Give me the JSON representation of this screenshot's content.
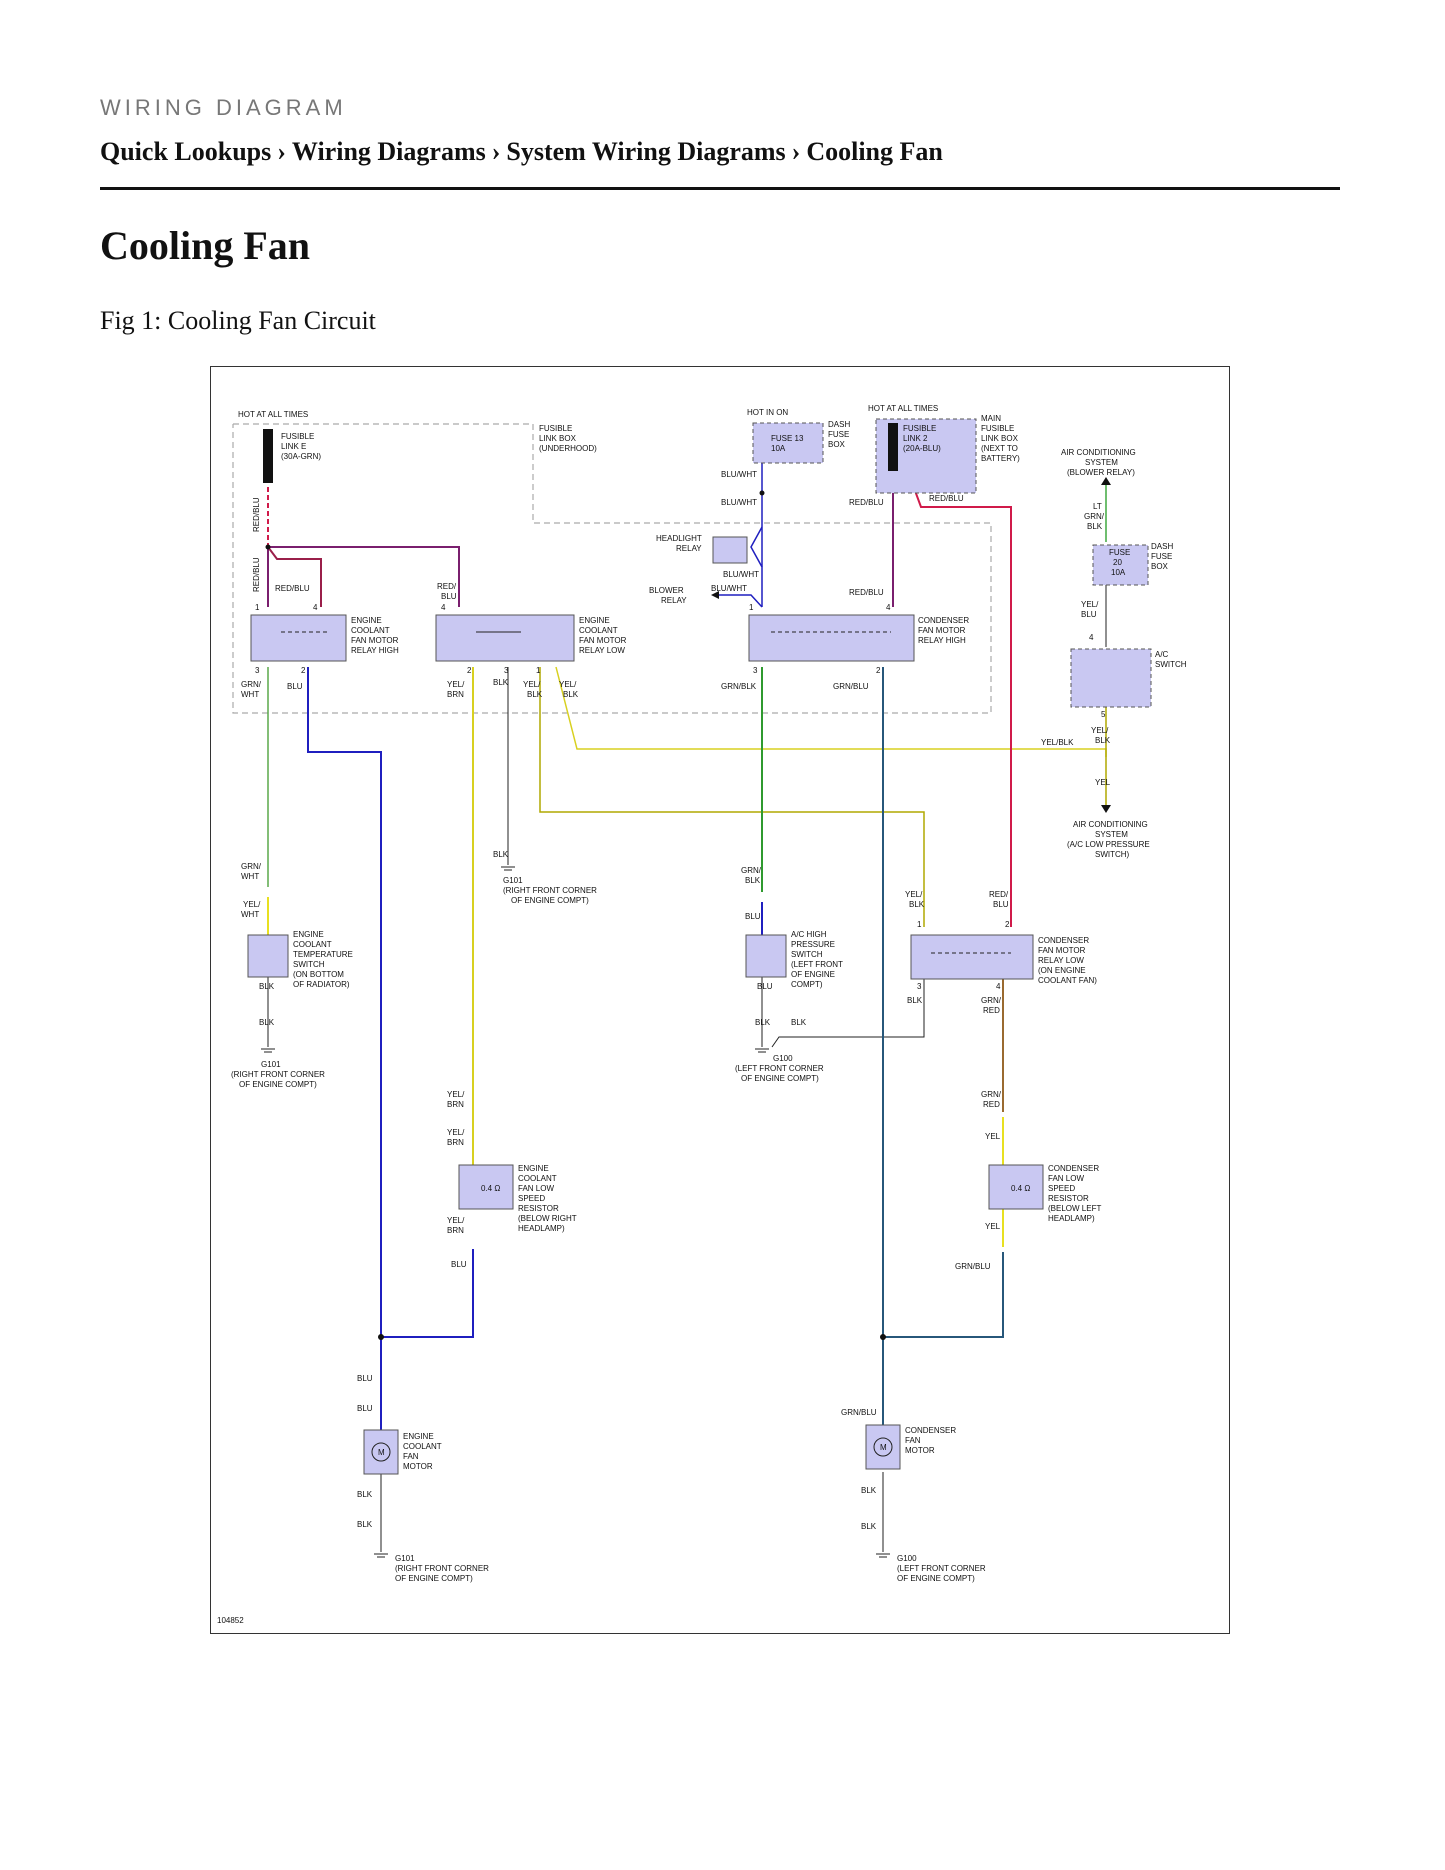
{
  "header": {
    "kicker": "WIRING DIAGRAM",
    "breadcrumb": [
      "Quick Lookups",
      "Wiring Diagrams",
      "System Wiring Diagrams",
      "Cooling Fan"
    ],
    "separator": "›"
  },
  "page_title": "Cooling Fan",
  "figure_caption": "Fig 1: Cooling Fan Circuit",
  "diagram": {
    "figure_id": "104852",
    "colors": {
      "component_fill": "#c9c8f2",
      "RED/BLU": "#d01a4a",
      "BLU": "#1f1fbf",
      "GRN": "#2f9a2f",
      "GRN/BLU": "#27577a",
      "YEL": "#e8e020",
      "YEL/BLK": "#b0a800",
      "GRN/RED": "#9a6a30",
      "BLK": "#333333",
      "PURPLE": "#7a1f6e"
    },
    "labels": {
      "hot_all_times_1": "HOT AT ALL TIMES",
      "fusible_link_e": [
        "FUSIBLE",
        "LINK E",
        "(30A-GRN)"
      ],
      "fusible_link_box": [
        "FUSIBLE",
        "LINK BOX",
        "(UNDERHOOD)"
      ],
      "red_blu": "RED/BLU",
      "red_blu_split": [
        "RED/",
        "BLU"
      ],
      "hot_in_on": "HOT IN ON",
      "fuse_13": [
        "FUSE 13",
        "10A"
      ],
      "dash_fuse_box": [
        "DASH",
        "FUSE",
        "BOX"
      ],
      "hot_all_times_2": "HOT AT ALL TIMES",
      "fusible_link_2": [
        "FUSIBLE",
        "LINK 2",
        "(20A-BLU)"
      ],
      "main_fusible_link_box": [
        "MAIN",
        "FUSIBLE",
        "LINK BOX",
        "(NEXT TO",
        "BATTERY)"
      ],
      "ac_system_blower": [
        "AIR CONDITIONING",
        "SYSTEM",
        "(BLOWER RELAY)"
      ],
      "blu_wht": "BLU/WHT",
      "headlight_relay": [
        "HEADLIGHT",
        "RELAY"
      ],
      "blower_relay": [
        "BLOWER",
        "RELAY"
      ],
      "lt_grn_blk": [
        "LT",
        "GRN/",
        "BLK"
      ],
      "fuse_20": [
        "FUSE",
        "20",
        "10A"
      ],
      "yel_blu": [
        "YEL/",
        "BLU"
      ],
      "relay_high": [
        "ENGINE",
        "COOLANT",
        "FAN MOTOR",
        "RELAY HIGH"
      ],
      "relay_low": [
        "ENGINE",
        "COOLANT",
        "FAN MOTOR",
        "RELAY LOW"
      ],
      "cond_relay_high": [
        "CONDENSER",
        "FAN MOTOR",
        "RELAY HIGH"
      ],
      "ac_switch": [
        "A/C",
        "SWITCH"
      ],
      "grn_wht": [
        "GRN/",
        "WHT"
      ],
      "blu": "BLU",
      "yel_brn": [
        "YEL/",
        "BRN"
      ],
      "blk": "BLK",
      "yel_blk": [
        "YEL/",
        "BLK"
      ],
      "yel_blk_inline": "YEL/BLK",
      "grn_blk": "GRN/BLK",
      "grn_blk_split": [
        "GRN/",
        "BLK"
      ],
      "grn_blu": "GRN/BLU",
      "yel": "YEL",
      "ac_system_low": [
        "AIR CONDITIONING",
        "SYSTEM",
        "(A/C LOW PRESSURE",
        "SWITCH)"
      ],
      "g101": "G101",
      "g100": "G100",
      "right_front": [
        "(RIGHT FRONT CORNER",
        "OF ENGINE COMPT)"
      ],
      "left_front": [
        "(LEFT FRONT CORNER",
        "OF ENGINE COMPT)"
      ],
      "yel_wht": [
        "YEL/",
        "WHT"
      ],
      "temp_switch": [
        "ENGINE",
        "COOLANT",
        "TEMPERATURE",
        "SWITCH",
        "(ON BOTTOM",
        "OF RADIATOR)"
      ],
      "ac_high_switch": [
        "A/C HIGH",
        "PRESSURE",
        "SWITCH",
        "(LEFT FRONT",
        "OF ENGINE",
        "COMPT)"
      ],
      "cond_relay_low": [
        "CONDENSER",
        "FAN MOTOR",
        "RELAY LOW",
        "(ON ENGINE",
        "COOLANT FAN)"
      ],
      "grn_red": [
        "GRN/",
        "RED"
      ],
      "resistor_value": "0.4 Ω",
      "eng_resistor": [
        "ENGINE",
        "COOLANT",
        "FAN LOW",
        "SPEED",
        "RESISTOR",
        "(BELOW RIGHT",
        "HEADLAMP)"
      ],
      "cond_resistor": [
        "CONDENSER",
        "FAN LOW",
        "SPEED",
        "RESISTOR",
        "(BELOW LEFT",
        "HEADLAMP)"
      ],
      "eng_motor": [
        "ENGINE",
        "COOLANT",
        "FAN",
        "MOTOR"
      ],
      "cond_motor": [
        "CONDENSER",
        "FAN",
        "MOTOR"
      ],
      "motor_symbol": "M",
      "pins": [
        "1",
        "2",
        "3",
        "4",
        "5"
      ]
    }
  }
}
